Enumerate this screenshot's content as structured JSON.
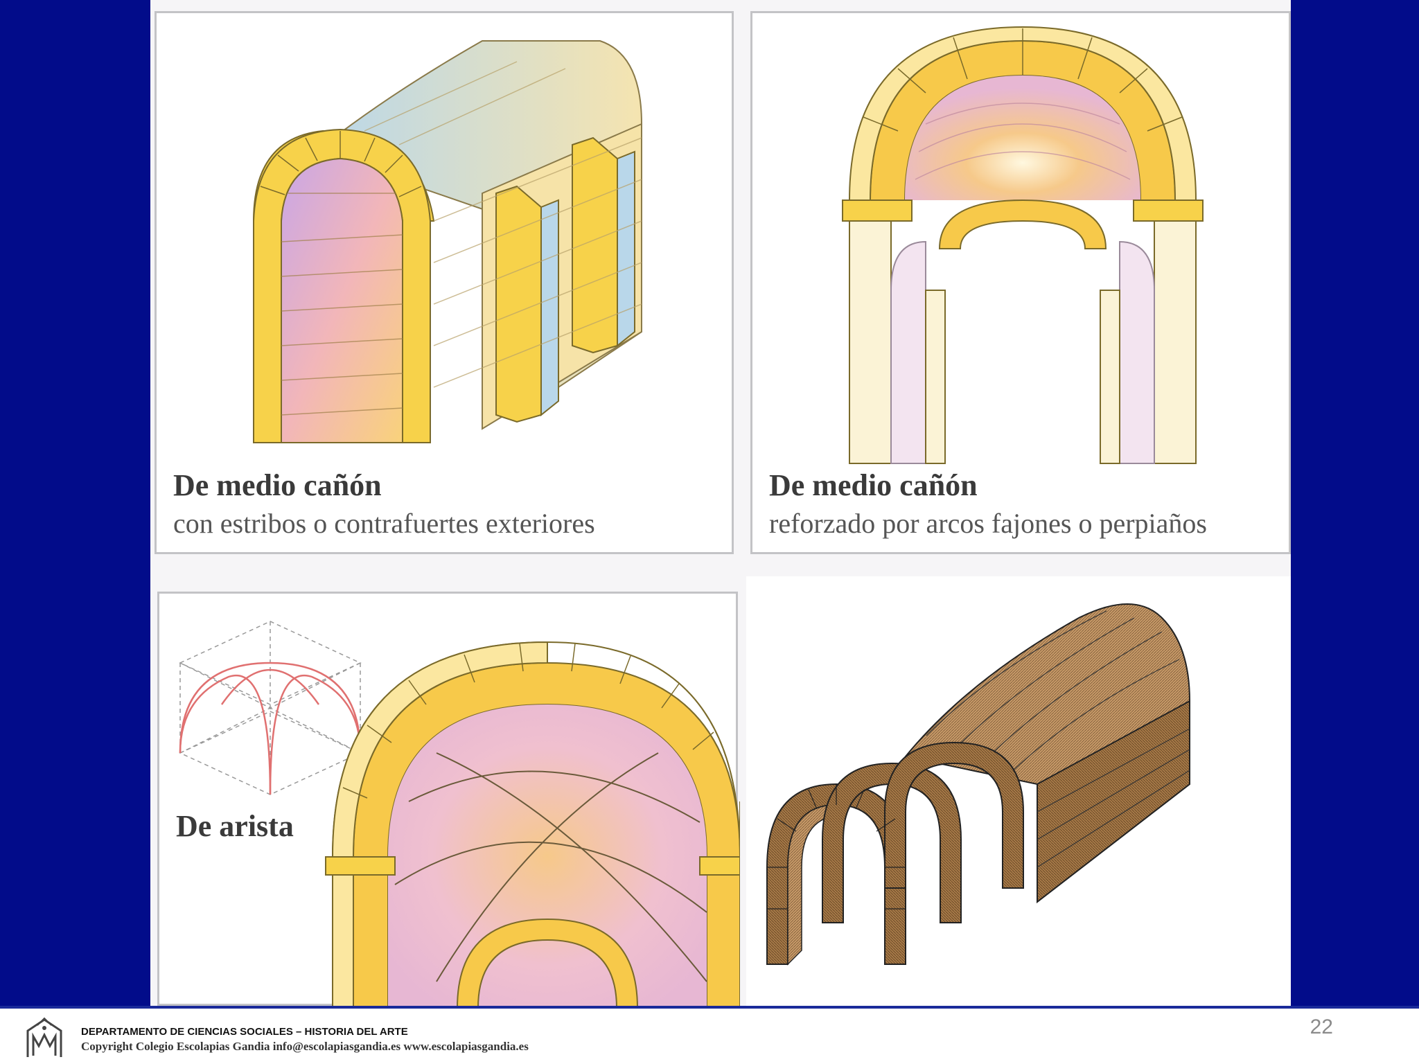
{
  "panels": {
    "barrel_buttresses": {
      "title": "De medio cañón",
      "subtitle": "con estribos o contrafuertes exteriores"
    },
    "barrel_transverse_arches": {
      "title": "De medio cañón",
      "subtitle": "reforzado por arcos fajones o perpiaños"
    },
    "groin_vault": {
      "title": "De arista"
    }
  },
  "footer": {
    "department": "DEPARTAMENTO DE CIENCIAS SOCIALES – HISTORIA DEL ARTE",
    "copyright": "Copyright Colegio Escolapias Gandia  info@escolapiasgandia.es   www.escolapiasgandia.es",
    "page_number": "22"
  },
  "colors": {
    "slide_background": "#020c8a",
    "stone_yellow": "#f7d24a",
    "stone_pale": "#fbeec0",
    "vault_pink": "#e7b7d3",
    "vault_blue": "#b9d7ea",
    "brick_brown": "#9a6a3a"
  }
}
